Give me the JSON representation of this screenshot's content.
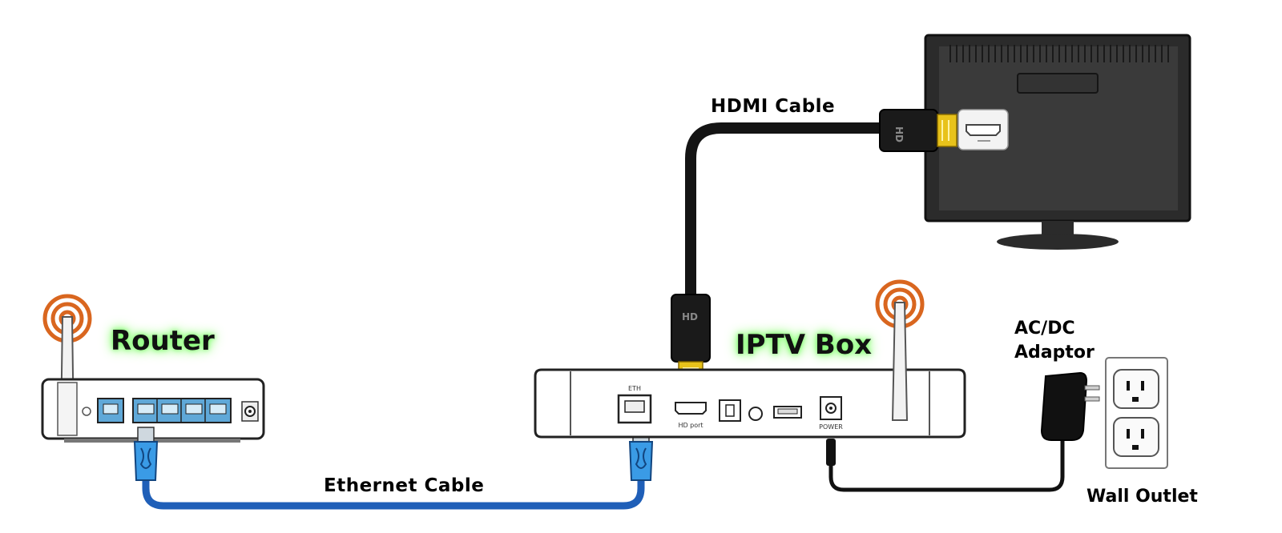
{
  "labels": {
    "router": "Router",
    "iptv_box": "IPTV Box",
    "hdmi_cable": "HDMI Cable",
    "ethernet_cable": "Ethernet Cable",
    "adaptor_line1": "AC/DC",
    "adaptor_line2": "Adaptor",
    "wall_outlet": "Wall Outlet"
  },
  "ports": {
    "eth": "ETH",
    "hd_port": "HD port",
    "power": "POWER",
    "hd_mark": "HD"
  },
  "colors": {
    "ethernet": "#1f5fb8",
    "ethernet_connector": "#3a9be6",
    "port_blue": "#5fa8d8",
    "hdmi_plug_gold": "#e8c21a",
    "antenna_ring": "#d9661f",
    "label_glow": "#7cff6b",
    "tv_body": "#2a2a2a"
  }
}
